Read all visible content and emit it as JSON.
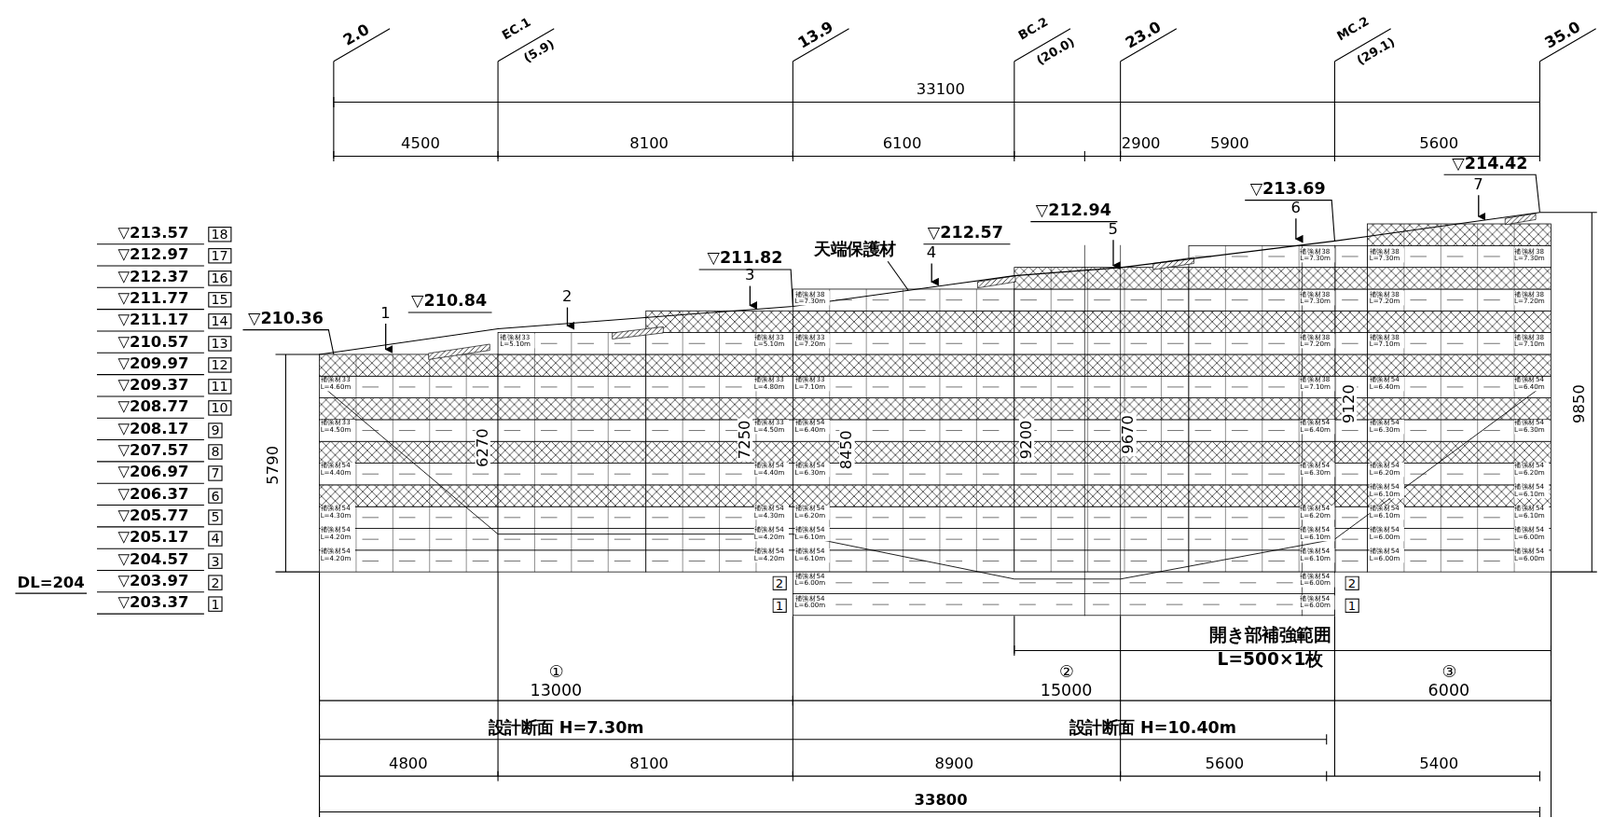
{
  "diagram": {
    "labels": [
      "2.0",
      "EC.1",
      "(5.9)",
      "13.9",
      "BC.2",
      "(20.0)",
      "23.0",
      "MC.2",
      "(29.1)",
      "35.0",
      "33100",
      "4500",
      "8100",
      "6100",
      "2900",
      "5900",
      "5600",
      "▽214.42",
      "▽213.69",
      "▽212.94",
      "▽212.57",
      "天端保護材",
      "▽211.82",
      "▽210.84",
      "▽210.36",
      "1",
      "2",
      "3",
      "4",
      "5",
      "6",
      "7",
      "▽213.57",
      "18",
      "▽212.97",
      "17",
      "▽212.37",
      "16",
      "▽211.77",
      "15",
      "▽211.17",
      "14",
      "▽210.57",
      "13",
      "▽209.97",
      "12",
      "▽209.37",
      "11",
      "▽208.77",
      "10",
      "▽208.17",
      "9",
      "▽207.57",
      "8",
      "▽206.97",
      "7",
      "▽206.37",
      "6",
      "▽205.77",
      "5",
      "▽205.17",
      "4",
      "▽204.57",
      "3",
      "▽203.97",
      "2",
      "▽203.37",
      "1",
      "DL=204",
      "5790",
      "6270",
      "7250",
      "8450",
      "9200",
      "9670",
      "9120",
      "9850",
      "開き部補強範囲",
      "L=500×1枚",
      "①",
      "13000",
      "②",
      "15000",
      "③",
      "6000",
      "設計断面 H=7.30m",
      "設計断面 H=10.40m",
      "4800",
      "8100",
      "8900",
      "5600",
      "5400",
      "33800",
      "2",
      "1",
      "2",
      "1",
      "補強材33 L=4.60m",
      "補強材33 L=4.50m",
      "補強材54 L=4.40m",
      "補強材54 L=4.30m",
      "補強材54 L=4.20m",
      "補強材54 L=4.20m",
      "補強材33 L=5.10m",
      "補強材33 L=5.10m",
      "補強材33 L=4.80m",
      "補強材33 L=4.50m",
      "補強材54 L=4.40m",
      "補強材54 L=4.30m",
      "補強材54 L=4.20m",
      "補強材54 L=4.20m",
      "補強材38 L=7.30m",
      "補強材33 L=7.20m",
      "補強材33 L=7.10m",
      "補強材54 L=6.40m",
      "補強材54 L=6.30m",
      "補強材54 L=6.20m",
      "補強材54 L=6.10m",
      "補強材54 L=6.10m",
      "補強材54 L=6.00m",
      "補強材54 L=6.00m",
      "補強材38 L=7.30m",
      "補強材38 L=7.30m",
      "補強材38 L=7.20m",
      "補強材38 L=7.10m",
      "補強材54 L=6.40m",
      "補強材54 L=6.30m",
      "補強材54 L=6.20m",
      "補強材54 L=6.10m",
      "補強材54 L=6.10m",
      "補強材54 L=6.00m",
      "補強材54 L=6.00m",
      "補強材38 L=7.30m",
      "補強材38 L=7.20m",
      "補強材38 L=7.10m",
      "補強材54 L=6.40m",
      "補強材54 L=6.30m",
      "補強材54 L=6.20m",
      "補強材54 L=6.10m",
      "補強材54 L=6.10m",
      "補強材54 L=6.00m",
      "補強材54 L=6.00m",
      "補強材38 L=7.30m",
      "補強材38 L=7.20m",
      "補強材38 L=7.10m",
      "補強材54 L=6.40m",
      "補強材54 L=6.30m",
      "補強材54 L=6.20m",
      "補強材54 L=6.10m",
      "補強材54 L=6.10m",
      "補強材54 L=6.00m",
      "補強材54 L=6.00m"
    ]
  }
}
